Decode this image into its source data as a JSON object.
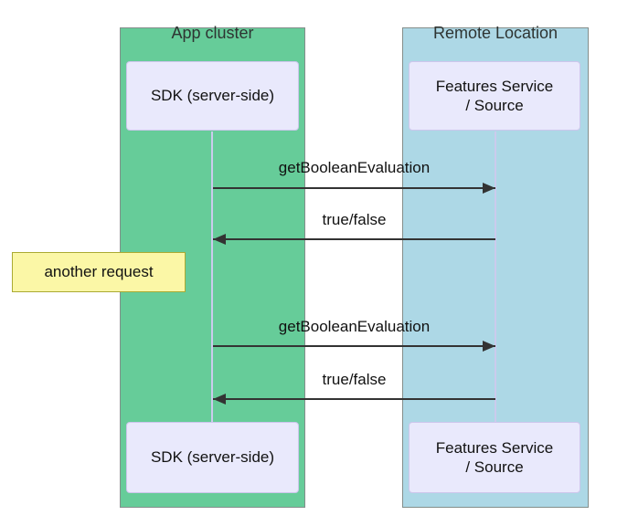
{
  "groups": {
    "left": {
      "label": "App cluster",
      "fill": "#66CC99"
    },
    "right": {
      "label": "Remote Location",
      "fill": "#ADD8E6"
    }
  },
  "actors": {
    "sdk_top": {
      "label": "SDK (server-side)"
    },
    "sdk_bottom": {
      "label": "SDK (server-side)"
    },
    "features_top": {
      "line1": "Features Service",
      "line2": "/ Source"
    },
    "features_bottom": {
      "line1": "Features Service",
      "line2": "/ Source"
    }
  },
  "messages": [
    {
      "label": "getBooleanEvaluation",
      "direction": "right"
    },
    {
      "label": "true/false",
      "direction": "left"
    },
    {
      "label": "getBooleanEvaluation",
      "direction": "right"
    },
    {
      "label": "true/false",
      "direction": "left"
    }
  ],
  "note": {
    "text": "another request"
  },
  "colors": {
    "left_group_fill": "#66CC99",
    "right_group_fill": "#ADD8E6",
    "group_border": "#848E8B",
    "actor_fill": "#E9E9FC",
    "actor_border": "#CDC6EC",
    "note_fill": "#FBF7A6",
    "note_border": "#AAAA33",
    "arrow": "#333333",
    "lifeline": "#CBCBED",
    "text": "#111111"
  }
}
